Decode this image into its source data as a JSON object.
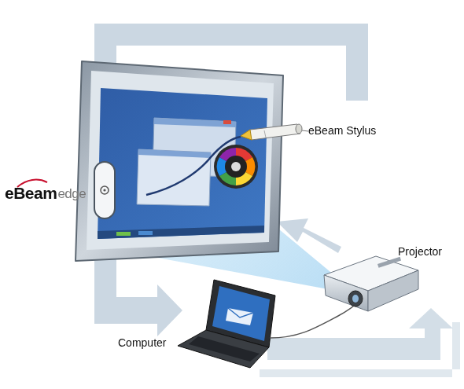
{
  "diagram": {
    "labels": [
      "eBeam Stylus",
      "Projector",
      "Computer",
      "eBeam",
      "edge"
    ]
  }
}
